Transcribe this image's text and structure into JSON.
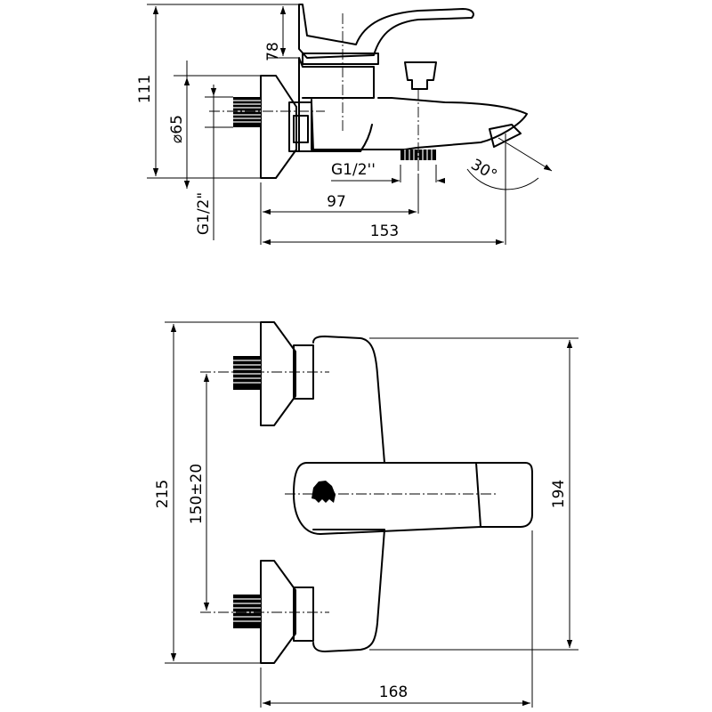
{
  "dimensions": {
    "side_view": {
      "height_total": "111",
      "height_lever": "78",
      "diameter_flange": "⌀65",
      "thread_inlet": "G1/2\"",
      "thread_outlet": "G1/2''",
      "angle_spout": "30°",
      "depth_outlet": "97",
      "depth_total": "153"
    },
    "top_view": {
      "width_total": "215",
      "centre_distance": "150±20",
      "body_height": "194",
      "depth_total": "168"
    }
  }
}
